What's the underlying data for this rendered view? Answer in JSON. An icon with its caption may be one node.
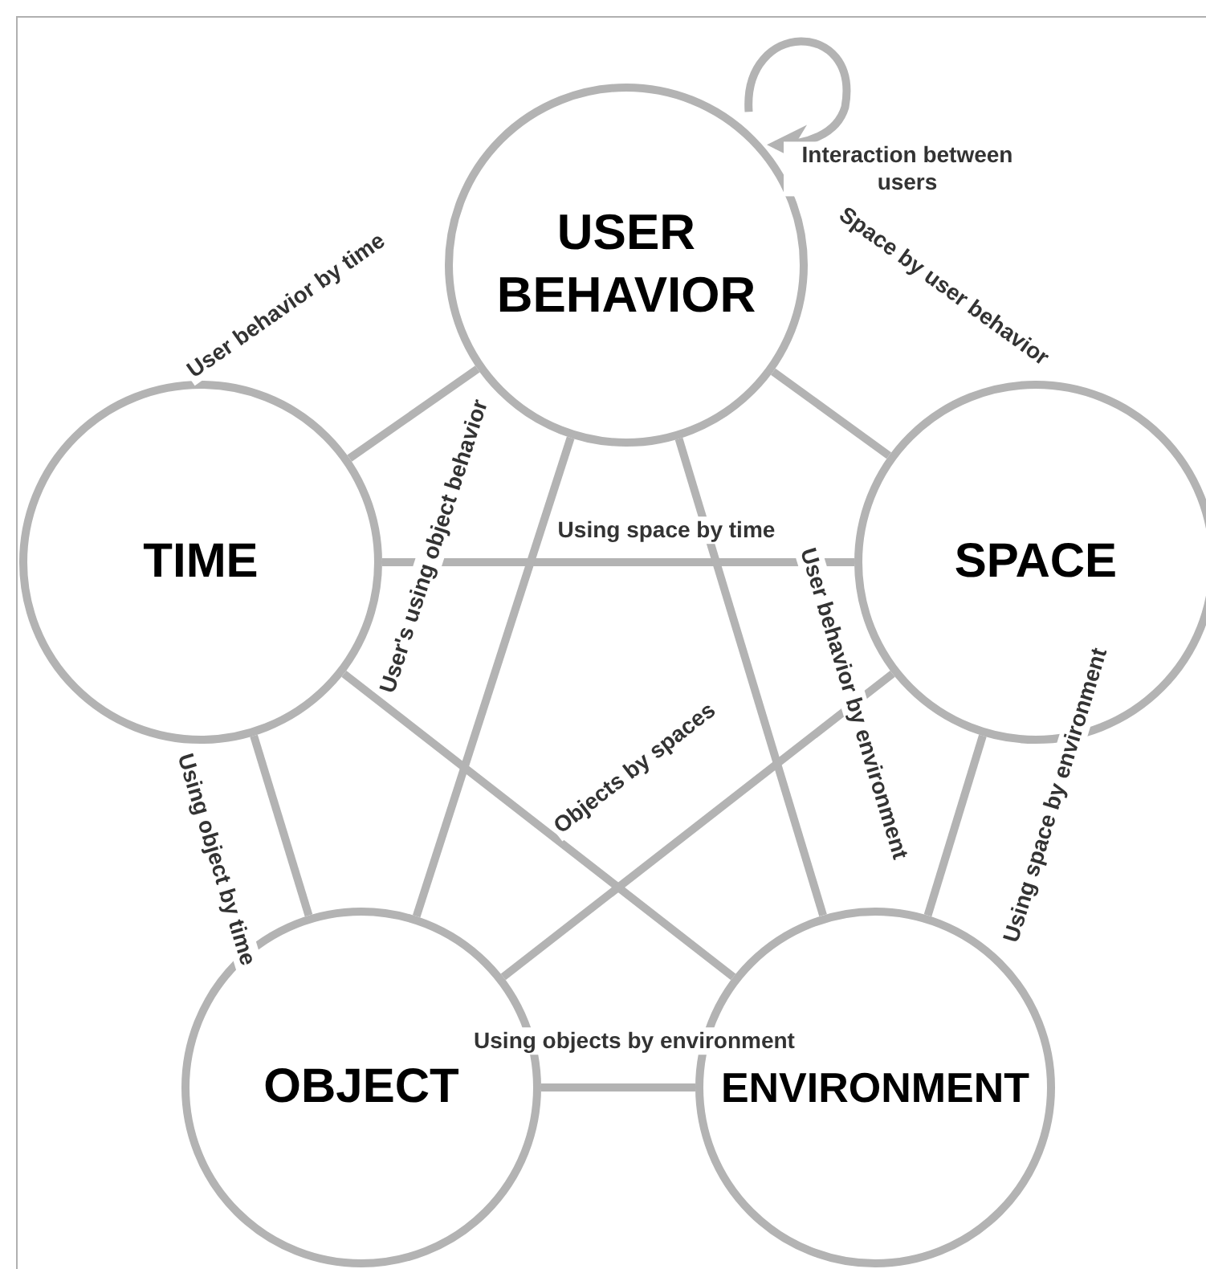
{
  "diagram": {
    "nodes": [
      {
        "text": [
          "USER BEHAVIOR"
        ]
      },
      {
        "text": [
          "TIME"
        ]
      },
      {
        "text": [
          "SPACE"
        ]
      },
      {
        "text": [
          "OBJECT"
        ]
      },
      {
        "text": [
          "ENVIRONMENT"
        ]
      }
    ],
    "edges": [
      {
        "from": 0,
        "to": 0,
        "arrow": "to",
        "label": "Interaction between users"
      },
      {
        "from": 0,
        "to": 1,
        "arrow": "none",
        "label": "User behavior by time"
      },
      {
        "from": 0,
        "to": 2,
        "arrow": "none",
        "label": "Space by user behavior"
      },
      {
        "from": 1,
        "to": 2,
        "arrow": "none",
        "label": "Using space by time"
      },
      {
        "from": 0,
        "to": 3,
        "arrow": "none",
        "label": "User's using object behavior"
      },
      {
        "from": 0,
        "to": 4,
        "arrow": "none",
        "label": "User behavior by environment"
      },
      {
        "from": 1,
        "to": 3,
        "arrow": "none",
        "label": "Using object by time"
      },
      {
        "from": 1,
        "to": 4,
        "arrow": "none"
      },
      {
        "from": 2,
        "to": 3,
        "arrow": "none",
        "label": "Objects by spaces"
      },
      {
        "from": 2,
        "to": 4,
        "arrow": "none",
        "label": "Using space by environment"
      },
      {
        "from": 3,
        "to": 4,
        "arrow": "none",
        "label": "Using objects by environment"
      }
    ]
  }
}
